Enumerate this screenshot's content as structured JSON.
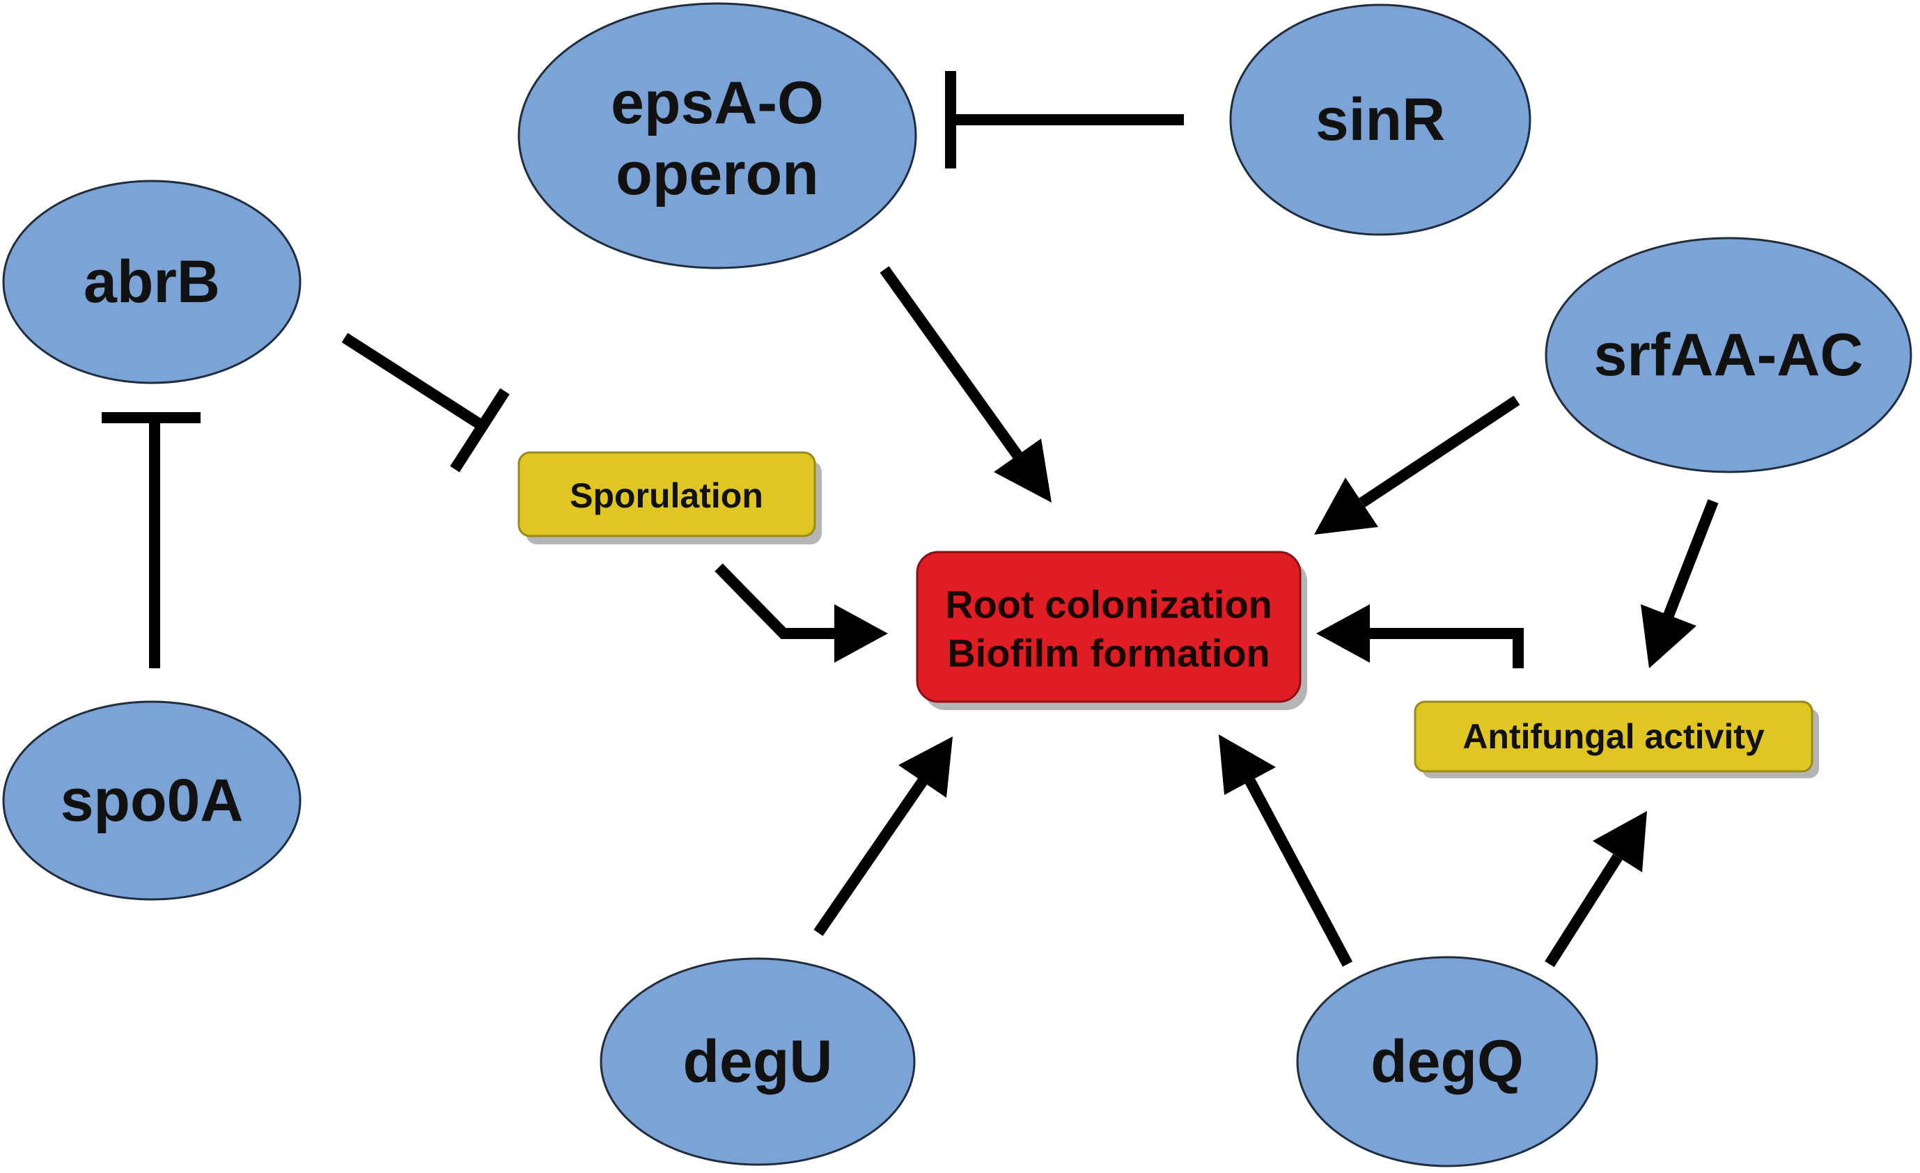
{
  "diagram": {
    "nodes": {
      "epsA": {
        "lines": [
          "epsA-O",
          "operon"
        ]
      },
      "sinR": {
        "label": "sinR"
      },
      "abrB": {
        "label": "abrB"
      },
      "srfAA": {
        "label": "srfAA-AC"
      },
      "spo0A": {
        "label": "spo0A"
      },
      "degU": {
        "label": "degU"
      },
      "degQ": {
        "label": "degQ"
      },
      "sporulation": {
        "label": "Sporulation"
      },
      "antifungal": {
        "label": "Antifungal activity"
      },
      "root": {
        "lines": [
          "Root colonization",
          "Biofilm formation"
        ]
      }
    },
    "edges": [
      {
        "from": "sinR",
        "to": "epsA",
        "type": "inhibition"
      },
      {
        "from": "spo0A",
        "to": "abrB",
        "type": "inhibition"
      },
      {
        "from": "abrB",
        "to": "sporulation",
        "type": "inhibition"
      },
      {
        "from": "epsA",
        "to": "root",
        "type": "activation"
      },
      {
        "from": "srfAA",
        "to": "root",
        "type": "activation"
      },
      {
        "from": "srfAA",
        "to": "antifungal",
        "type": "activation"
      },
      {
        "from": "sporulation",
        "to": "root",
        "type": "activation"
      },
      {
        "from": "antifungal",
        "to": "root",
        "type": "activation"
      },
      {
        "from": "degU",
        "to": "root",
        "type": "activation"
      },
      {
        "from": "degQ",
        "to": "root",
        "type": "activation"
      },
      {
        "from": "degQ",
        "to": "antifungal",
        "type": "activation"
      }
    ]
  }
}
